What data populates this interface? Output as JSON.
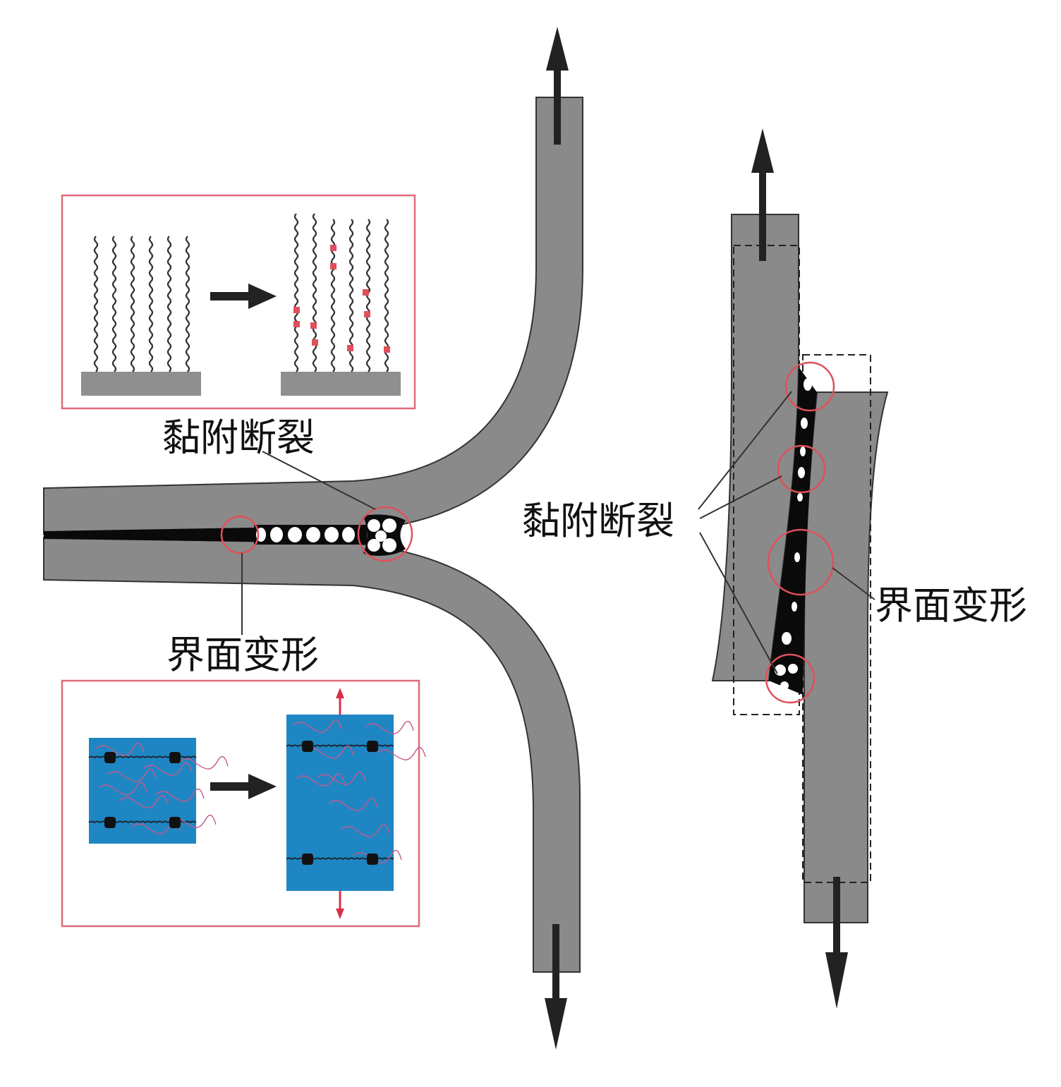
{
  "labels": {
    "peel_adhesion_failure": "黏附断裂",
    "peel_interface_deformation": "界面变形",
    "shear_adhesion_failure": "黏附断裂",
    "shear_interface_deformation": "界面变形"
  },
  "colors": {
    "substrate": "#8a8a8a",
    "substrate_outline": "#333333",
    "interface_black": "#0a0a0a",
    "highlight_circle": "#e0505a",
    "inset_border": "#e06a78",
    "polymer_blue": "#1f86c4",
    "crosslink_red": "#d7304a",
    "arrow": "#222222"
  },
  "icons": {
    "force_arrow": "arrow-icon",
    "transition_arrow": "right-arrow-icon"
  }
}
